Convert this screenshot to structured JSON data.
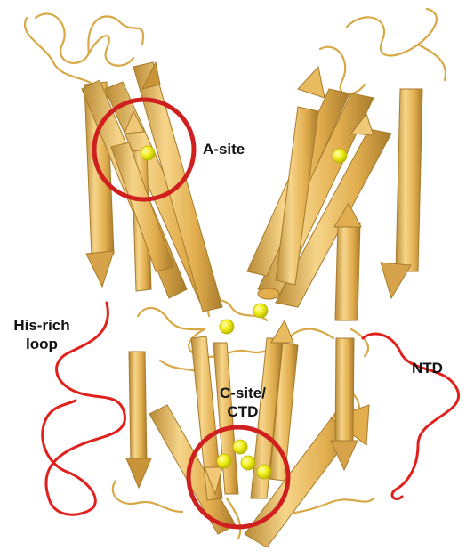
{
  "labels": {
    "a_site": "A-site",
    "his_rich_line1": "His-rich",
    "his_rich_line2": "loop",
    "ntd": "NTD",
    "c_site_line1": "C-site/",
    "c_site_line2": "CTD"
  },
  "colors": {
    "helix_light": "#f4cc73",
    "helix_mid": "#e2ae4e",
    "helix_dark": "#b98a35",
    "loop": "#d7a845",
    "disordered_loop": "#e0201c",
    "site_circle": "#d01f1f",
    "ion": "#f1ee1a",
    "ion_edge": "#b8b400"
  },
  "icons": {
    "ion": "yellow-sphere",
    "site_marker": "red-ring",
    "helix": "cylinder",
    "strand": "arrow"
  }
}
